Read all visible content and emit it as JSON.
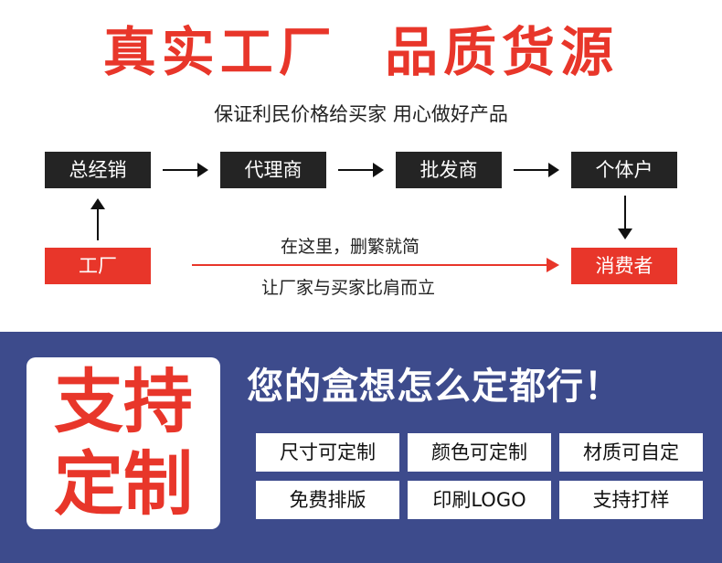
{
  "header": {
    "title": "真实工厂  品质货源",
    "subtitle": "保证利民价格给买家 用心做好产品"
  },
  "flow": {
    "general_distributor": "总经销",
    "agent": "代理商",
    "wholesaler": "批发商",
    "retailer": "个体户",
    "factory": "工厂",
    "consumer": "消费者",
    "note_top": "在这里，删繁就简",
    "note_bottom": "让厂家与买家比肩而立"
  },
  "custom": {
    "line1": "支持",
    "line2": "定制",
    "slogan": "您的盒想怎么定都行！",
    "features": [
      "尺寸可定制",
      "颜色可定制",
      "材质可自定",
      "免费排版",
      "印刷LOGO",
      "支持打样"
    ]
  },
  "colors": {
    "accent_red": "#e8362a",
    "dark_box": "#242424",
    "bottom_panel": "#3d4b8c"
  }
}
